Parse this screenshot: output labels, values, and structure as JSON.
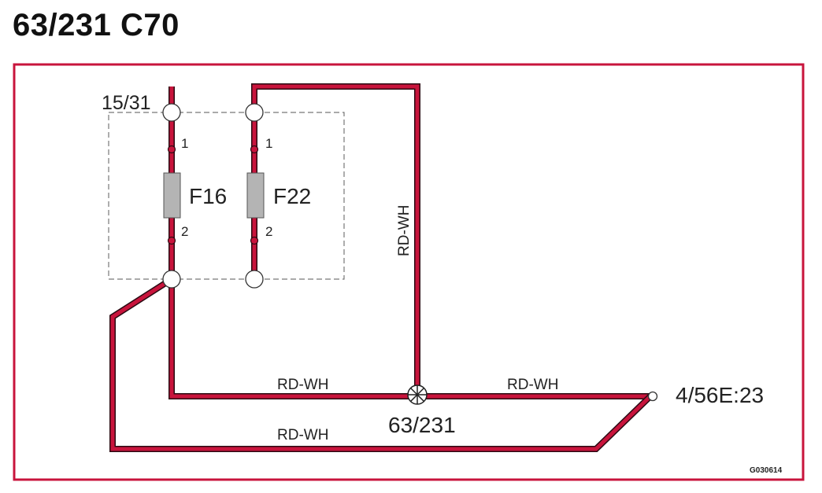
{
  "title": "63/231 C70",
  "colors": {
    "frame": "#c8143c",
    "wire_fill": "#c8143c",
    "wire_outline": "#2a0a12",
    "fuse_fill": "#b4b4b4",
    "fuse_stroke": "#555555",
    "dashed_box": "#777777",
    "text": "#222222"
  },
  "labels": {
    "supply": "15/31",
    "fuse_a": "F16",
    "fuse_b": "F22",
    "pin1_a": "1",
    "pin2_a": "2",
    "pin1_b": "1",
    "pin2_b": "2",
    "wire_vertical": "RD-WH",
    "wire_upper_left": "RD-WH",
    "wire_upper_right": "RD-WH",
    "wire_lower": "RD-WH",
    "splice": "63/231",
    "connector": "4/56E:23",
    "figure_id": "G030614"
  }
}
